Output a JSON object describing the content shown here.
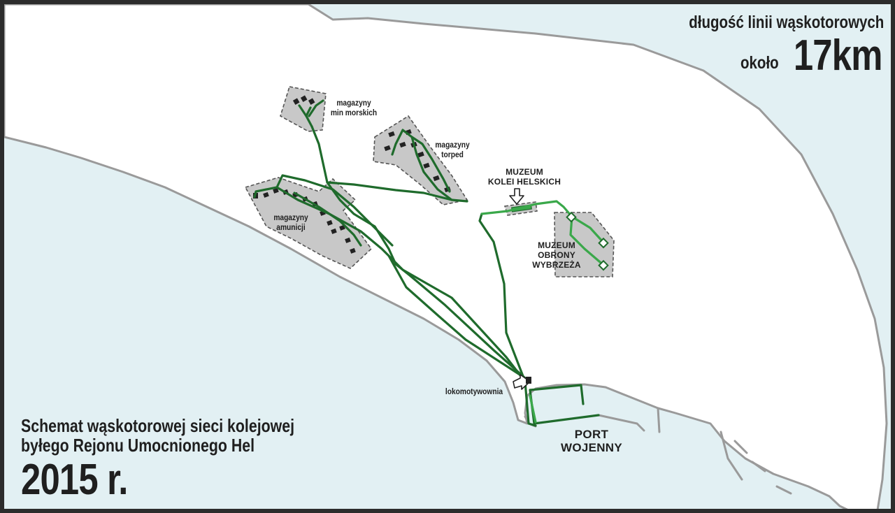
{
  "title": {
    "line1": "Schemat wąskotorowej sieci kolejowej",
    "line2": "byłego Rejonu Umocnionego Hel",
    "year": "2015 r."
  },
  "length_info": {
    "label": "długość linii wąskotorowych",
    "prefix": "około",
    "value": "17km"
  },
  "places": {
    "mines_line1": "magazyny",
    "mines_line2": "min morskich",
    "torpedo_line1": "magazyny",
    "torpedo_line2": "torped",
    "ammo_line1": "magazyny",
    "ammo_line2": "amunicji",
    "rail_museum_line1": "MUZEUM",
    "rail_museum_line2": "KOLEI HELSKICH",
    "coast_museum_line1": "MUZEUM",
    "coast_museum_line2": "OBRONY",
    "coast_museum_line3": "WYBRZEŻA",
    "depot": "lokomotywownia",
    "port_line1": "PORT",
    "port_line2": "WOJENNY"
  },
  "colors": {
    "sea": "#e2f0f3",
    "land": "#ffffff",
    "coastline": "#9a9a9a",
    "zone_fill": "#c8c8c8",
    "zone_border": "#555555",
    "rail_dark": "#1f6b2c",
    "rail_light": "#3aa84a",
    "text": "#1f1f1f",
    "frame": "#2c2c2c"
  }
}
